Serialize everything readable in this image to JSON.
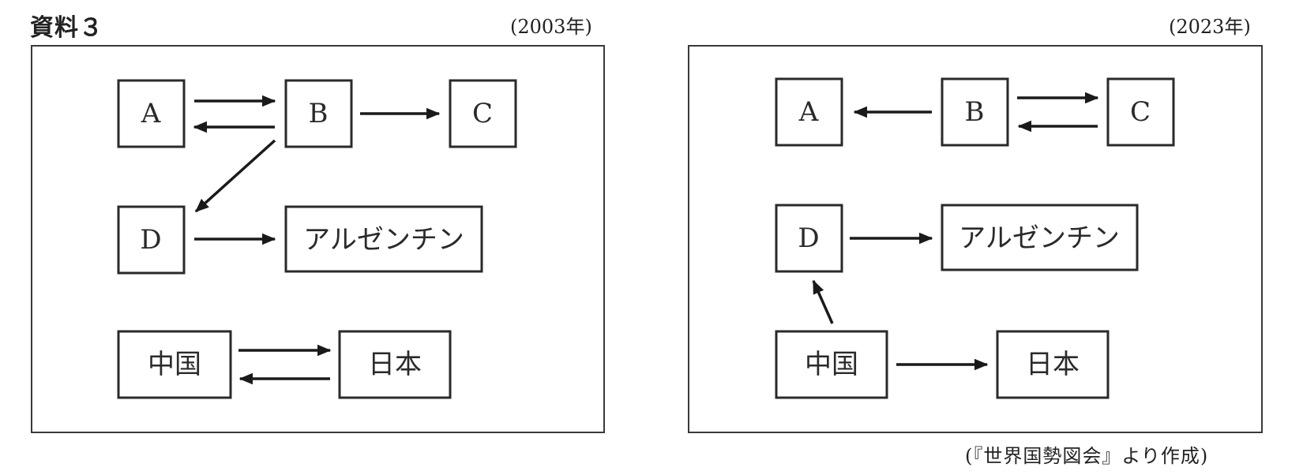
{
  "title": "資料３",
  "panels": [
    {
      "year": "(2003年)",
      "nodes": {
        "A": "A",
        "B": "B",
        "C": "C",
        "D": "D",
        "argentina": "アルゼンチン",
        "china": "中国",
        "japan": "日本"
      },
      "edges": [
        {
          "from": "A",
          "to": "B"
        },
        {
          "from": "B",
          "to": "A"
        },
        {
          "from": "B",
          "to": "C"
        },
        {
          "from": "B",
          "to": "D"
        },
        {
          "from": "D",
          "to": "argentina"
        },
        {
          "from": "china",
          "to": "japan"
        },
        {
          "from": "japan",
          "to": "china"
        }
      ]
    },
    {
      "year": "(2023年)",
      "nodes": {
        "A": "A",
        "B": "B",
        "C": "C",
        "D": "D",
        "argentina": "アルゼンチン",
        "china": "中国",
        "japan": "日本"
      },
      "edges": [
        {
          "from": "B",
          "to": "A"
        },
        {
          "from": "B",
          "to": "C"
        },
        {
          "from": "C",
          "to": "B"
        },
        {
          "from": "D",
          "to": "argentina"
        },
        {
          "from": "china",
          "to": "D"
        },
        {
          "from": "china",
          "to": "japan"
        }
      ]
    }
  ],
  "source": "(『世界国勢図会』より作成)"
}
